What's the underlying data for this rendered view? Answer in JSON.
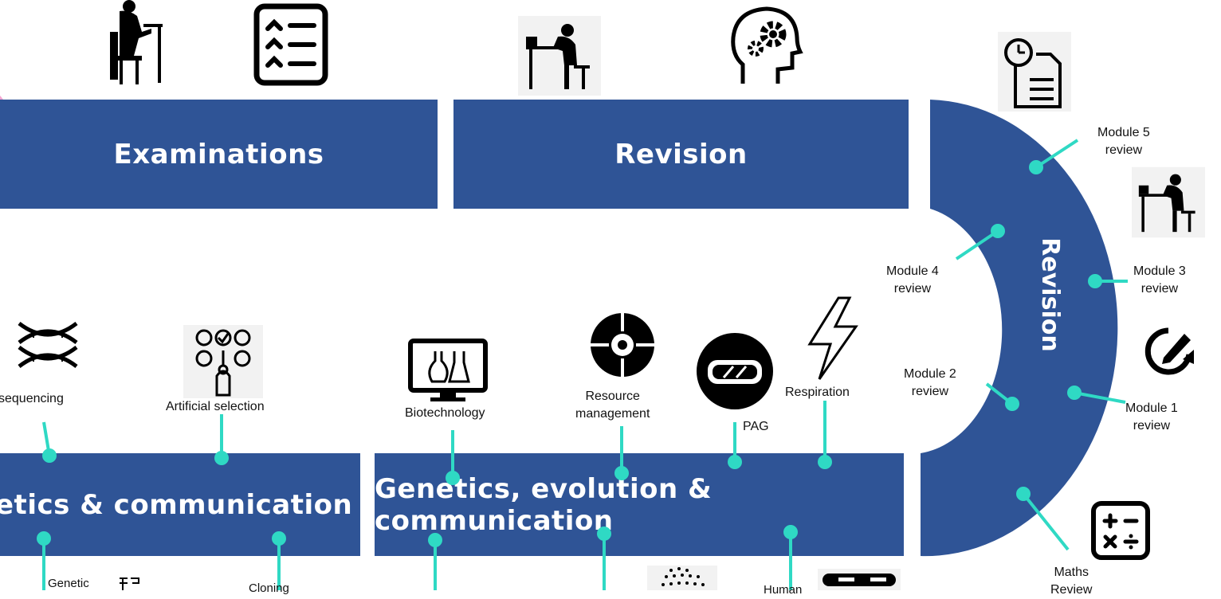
{
  "colors": {
    "band": "#2f5496",
    "connector": "#2fd9c4",
    "accent_pink": "#f3a6d2"
  },
  "bands": {
    "examinations": "Examinations",
    "revision_top": "Revision",
    "revision_arc": "Revision",
    "genetics_left": "etics & communication",
    "genetics_right": "Genetics, evolution & communication"
  },
  "labels": {
    "module5": "Module 5\nreview",
    "module4": "Module 4\nreview",
    "module3": "Module 3\nreview",
    "module2": "Module 2\nreview",
    "module1": "Module 1\nreview",
    "maths": "Maths\nReview",
    "sequencing": "sequencing",
    "artificial_selection": "Artificial selection",
    "biotechnology": "Biotechnology",
    "resource_management": "Resource\nmanagement",
    "pag": "PAG",
    "respiration": "Respiration",
    "genetic": "Genetic",
    "cloning": "Cloning",
    "human": "Human"
  },
  "icons": [
    "person-at-desk-icon",
    "checklist-icon",
    "student-studying-icon",
    "brain-gears-icon",
    "timer-document-icon",
    "student-studying-icon",
    "refresh-edit-icon",
    "calculator-icon",
    "dna-icon",
    "artificial-selection-icon",
    "lab-monitor-icon",
    "resource-cycle-icon",
    "goggles-icon",
    "lightning-icon",
    "population-icon",
    "chromosome-icon",
    "genetic-diagram-icon"
  ]
}
